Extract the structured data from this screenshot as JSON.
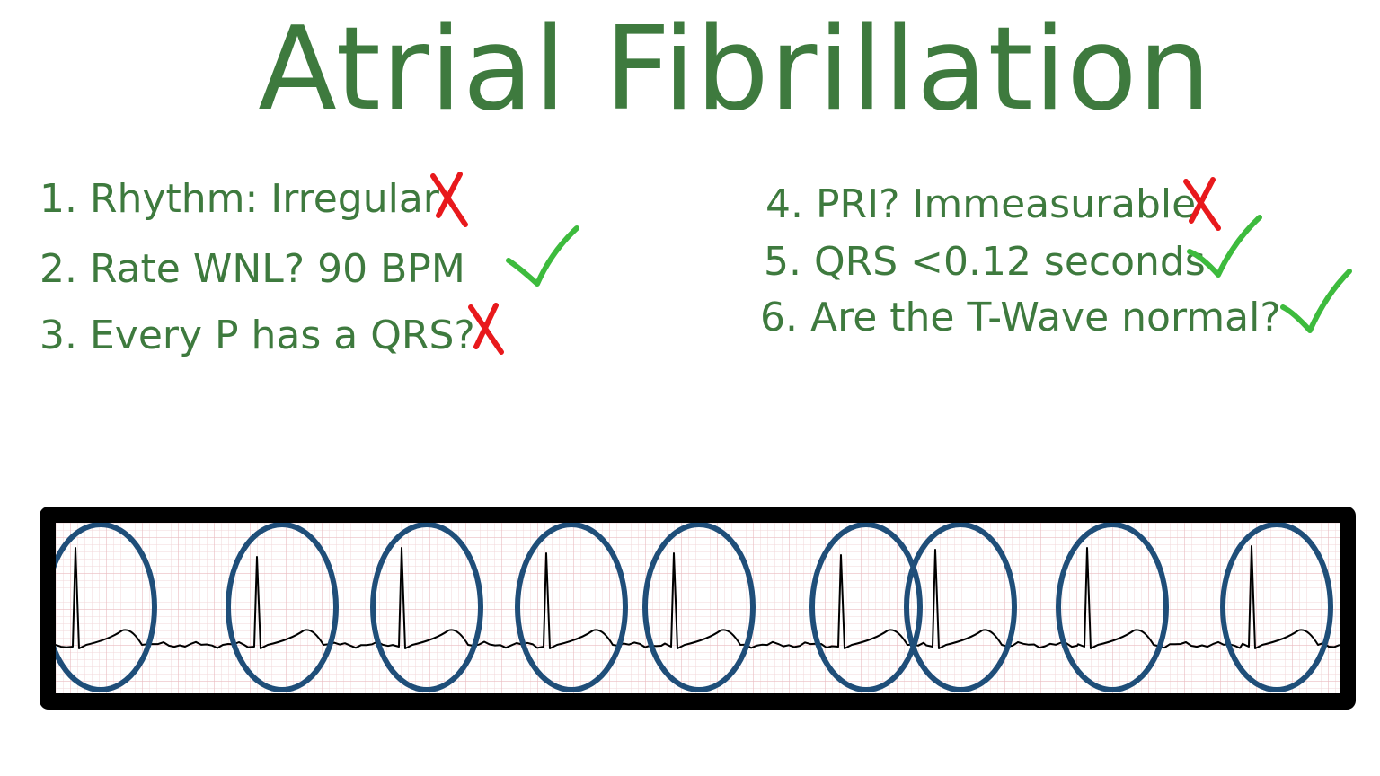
{
  "title": "Atrial Fibrillation",
  "criteria": [
    {
      "number": "1.",
      "text": "Rhythm: Irregular",
      "mark": "x"
    },
    {
      "number": "2.",
      "text": "Rate WNL?  90 BPM",
      "mark": "check"
    },
    {
      "number": "3.",
      "text": "Every P has a QRS?",
      "mark": "x"
    },
    {
      "number": "4.",
      "text": "PRI? Immeasurable",
      "mark": "x"
    },
    {
      "number": "5.",
      "text": "QRS <0.12 seconds",
      "mark": "check"
    },
    {
      "number": "6.",
      "text": "Are the T-Wave normal?",
      "mark": "check"
    }
  ],
  "colors": {
    "title": "#3e7a3e",
    "text": "#3e7a3e",
    "x_mark": "#e8191c",
    "check_mark": "#3dbb3d",
    "circle": "#1f4e79",
    "frame": "#000000",
    "grid_minor": "#f2d7da",
    "grid_major": "#e9bcc1",
    "trace": "#000000"
  },
  "ecg": {
    "qrs_complexes": 9,
    "circled_complexes": 9
  }
}
